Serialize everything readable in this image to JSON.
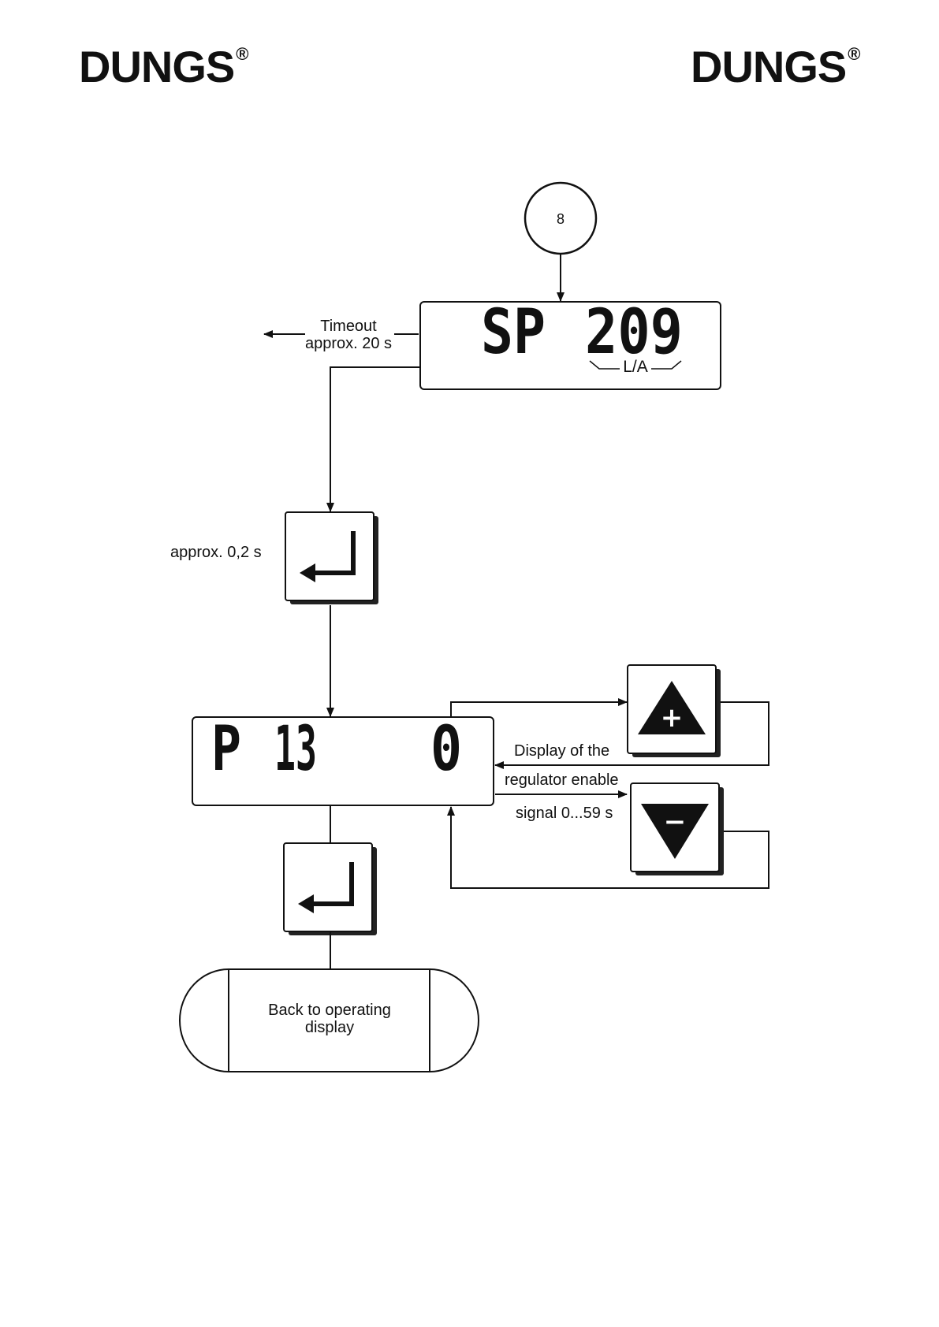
{
  "brand": {
    "name": "DUNGS",
    "mark": "®"
  },
  "connector": {
    "label": "8"
  },
  "display_sp": {
    "prefix": "SP",
    "value": "209",
    "unit": "L/A"
  },
  "timeout": {
    "line1": "Timeout",
    "line2": "approx. 20 s"
  },
  "enter_delay": {
    "label": "approx. 0,2 s"
  },
  "display_p13": {
    "param": "P",
    "number": "13",
    "value": "0"
  },
  "signal_info": {
    "line1": "Display of the",
    "line2": "regulator enable",
    "line3": "signal 0...59 s"
  },
  "keys": {
    "enter": "enter-key",
    "plus": "+",
    "minus": "−"
  },
  "terminator": {
    "line1": "Back to operating",
    "line2": "display"
  }
}
